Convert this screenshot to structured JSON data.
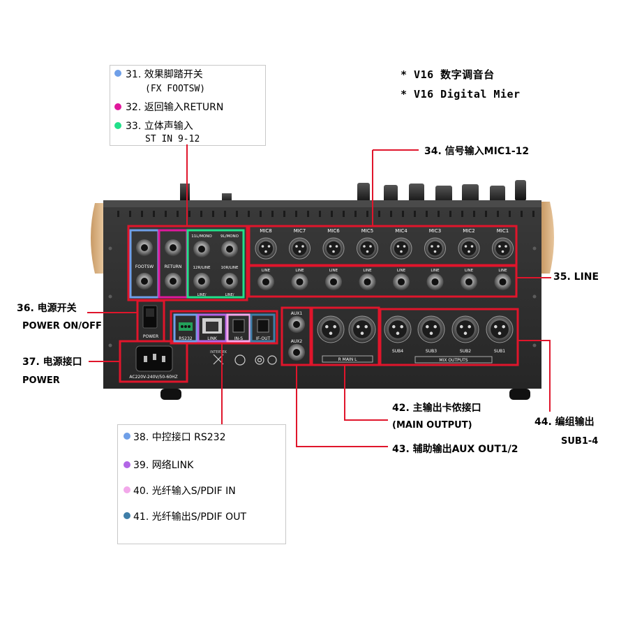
{
  "notes": [
    "* V16 数字调音台",
    "* V16 Digital Mier"
  ],
  "top_legend": [
    {
      "label": "31. 效果脚踏开关",
      "sub": "(FX FOOTSW)",
      "dot_color": "#6f9fe8"
    },
    {
      "label": "32. 返回输入RETURN",
      "sub": "",
      "dot_color": "#e0189c"
    },
    {
      "label": "33. 立体声输入",
      "sub": "ST IN 9-12",
      "dot_color": "#21e08a"
    }
  ],
  "bottom_legend": [
    {
      "label": "38. 中控接口 RS232",
      "dot_color": "#6f9fe8"
    },
    {
      "label": "39. 网络LINK",
      "dot_color": "#b266e6"
    },
    {
      "label": "40. 光纤输入S/PDIF IN",
      "dot_color": "#f2a8ea"
    },
    {
      "label": "41. 光纤输出S/PDIF OUT",
      "dot_color": "#3f7ea8"
    }
  ],
  "callouts": {
    "c34": "34. 信号输入MIC1-12",
    "c35": "35. LINE",
    "c36": "36. 电源开关",
    "c36_sub": "POWER ON/OFF",
    "c37": "37. 电源接口",
    "c37_sub": "POWER",
    "c42": "42. 主输出卡侬接口",
    "c42_sub": "(MAIN OUTPUT)",
    "c43": "43. 辅助输出AUX OUT1/2",
    "c44": "44. 编组输出",
    "c44_sub": "SUB1-4"
  },
  "panel": {
    "mic_labels": [
      "MIC8",
      "MIC7",
      "MIC6",
      "MIC5",
      "MIC4",
      "MIC3",
      "MIC2",
      "MIC1"
    ],
    "line_label": "LINE",
    "footsw": "FOOTSW",
    "return": "RETURN",
    "st_11": "11L/MONO",
    "st_12": "12R/LINE",
    "st_9": "9L/MONO",
    "st_10": "10R/LINE",
    "st_bottom": "LINE/",
    "power": "POWER",
    "rs232": "RS232",
    "link": "LINK",
    "in_s": "IN-S",
    "if_out": "IF-OUT",
    "aux1": "AUX1",
    "aux2": "AUX2",
    "main": "R    MAIN    L",
    "mix_outputs": "MIX OUTPUTS",
    "sub_labels": [
      "SUB4",
      "SUB3",
      "SUB2",
      "SUB1"
    ],
    "ac": "AC220V-240V/50-60HZ",
    "intertek": "INTERTEK"
  }
}
